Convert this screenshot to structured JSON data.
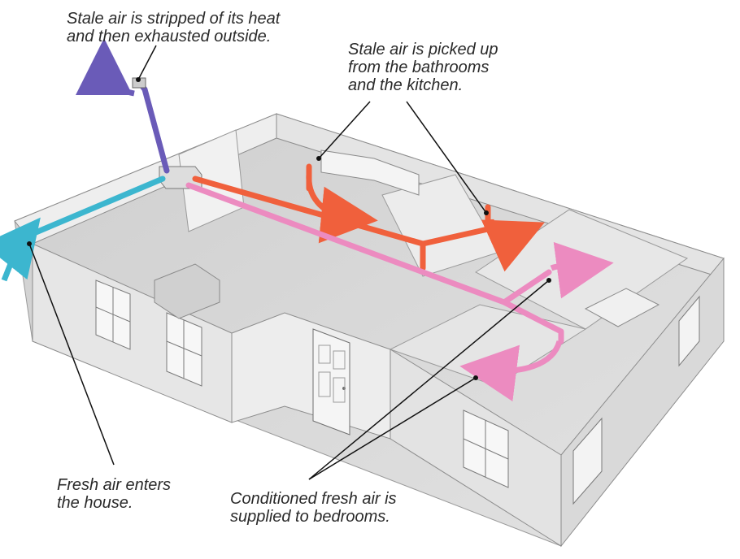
{
  "callouts": {
    "exhaust": {
      "lines": [
        "Stale air is stripped of its heat",
        "and then exhausted outside."
      ]
    },
    "pickup": {
      "lines": [
        "Stale air is picked up",
        "from the bathrooms",
        "and the kitchen."
      ]
    },
    "fresh": {
      "lines": [
        "Fresh air enters",
        "the house."
      ]
    },
    "supply": {
      "lines": [
        "Conditioned fresh air is",
        "supplied to bedrooms."
      ]
    }
  },
  "colors": {
    "exhaust_duct": "#6a5bb8",
    "fresh_duct": "#3cb6cf",
    "stale_duct": "#f0603c",
    "supply_duct": "#ec8bc0",
    "wall": "#e9e9e9",
    "floor": "#d8d8d8"
  }
}
